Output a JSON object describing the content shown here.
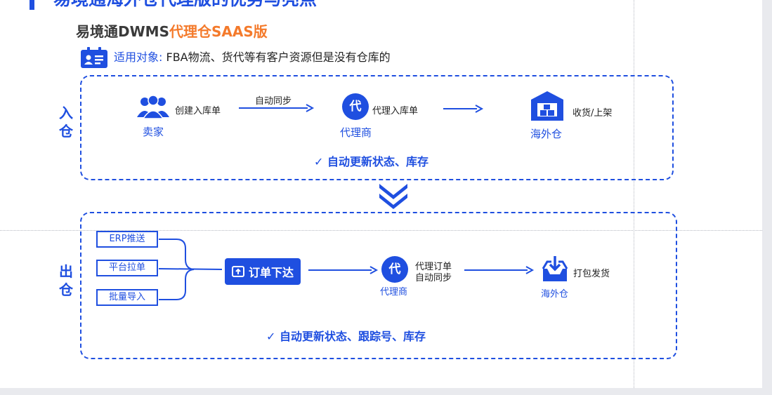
{
  "slide": {
    "title": "易境通海外仓代理版的优势与亮点",
    "subtitle_prefix": "易境通DWMS",
    "subtitle_highlight": "代理仓SAAS版",
    "target_label": "适用对象:",
    "target_value": "FBA物流、货代等有客户资源但是没有仓库的"
  },
  "inbound": {
    "side_label_1": "入",
    "side_label_2": "仓",
    "seller_label": "卖家",
    "create_order": "创建入库单",
    "auto_sync": "自动同步",
    "agent_char": "代",
    "agent_order": "代理入库单",
    "agent_label": "代理商",
    "receive_shelve": "收货/上架",
    "warehouse_label": "海外仓",
    "status": "✓  自动更新状态、库存"
  },
  "outbound": {
    "side_label_1": "出",
    "side_label_2": "仓",
    "sources": [
      "ERP推送",
      "平台拉单",
      "批量导入"
    ],
    "order_button": "订单下达",
    "agent_char": "代",
    "agent_label": "代理商",
    "agent_order_line1": "代理订单",
    "agent_order_line2": "自动同步",
    "pack_ship": "打包发货",
    "warehouse_label": "海外仓",
    "status": "✓  自动更新状态、跟踪号、库存"
  },
  "colors": {
    "primary": "#1f4fe0",
    "highlight": "#f47a2b",
    "text": "#222222"
  },
  "icons": {
    "target": "id-card-icon",
    "seller": "users-icon",
    "warehouse_in": "warehouse-icon",
    "warehouse_out": "inbox-download-icon",
    "order": "upload-box-icon",
    "transition": "double-chevron-down-icon"
  }
}
